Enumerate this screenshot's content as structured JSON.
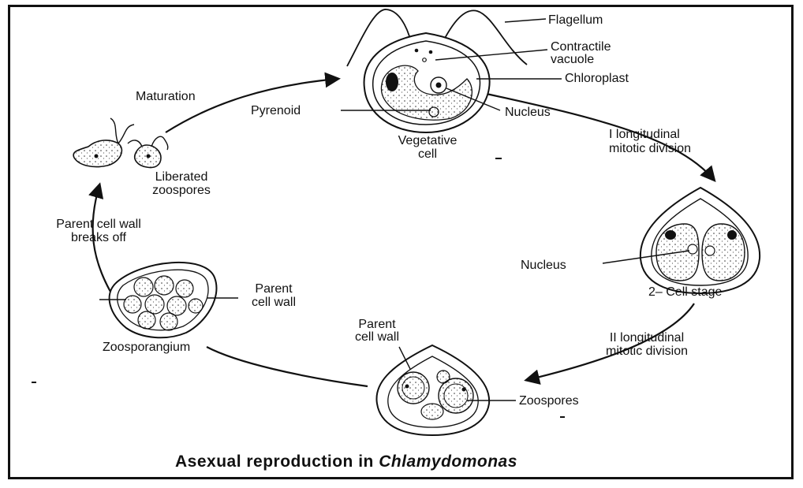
{
  "labels": {
    "flagellum": "Flagellum",
    "contractile_vacuole": "Contractile\nvacuole",
    "chloroplast": "Chloroplast",
    "nucleus_top": "Nucleus",
    "pyrenoid": "Pyrenoid",
    "vegetative_cell": "Vegetative\ncell",
    "maturation": "Maturation",
    "liberated_zoospores": "Liberated\nzoospores",
    "first_division": "I  longitudinal\nmitotic division",
    "nucleus_mid": "Nucleus",
    "two_cell_stage": "2– Cell stage",
    "second_division": "II longitudinal\nmitotic division",
    "parent_cell_wall_right": "Parent\ncell wall",
    "zoospores": "Zoospores",
    "parent_cell_wall_left": "Parent\ncell wall",
    "zoosporangium": "Zoosporangium",
    "parent_wall_breaks": "Parent cell wall\nbreaks off"
  },
  "caption": {
    "prefix": "Asexual reproduction in ",
    "species": "Chlamydomonas"
  }
}
